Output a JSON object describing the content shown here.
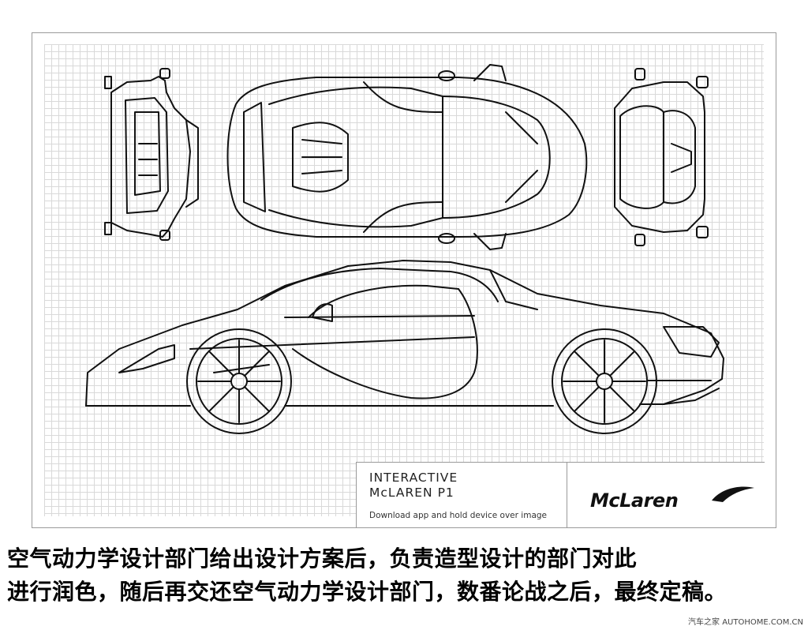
{
  "info_box": {
    "title_line1": "INTERACTIVE",
    "title_line2": "McLAREN P1",
    "subtitle": "Download app and hold device over image",
    "logo_text": "McLaren"
  },
  "caption": {
    "line1": "空气动力学设计部门给出设计方案后，负责造型设计的部门对此",
    "line2": "进行润色，随后再交还空气动力学设计部门，数番论战之后，最终定稿。"
  },
  "watermark": "汽车之家 AUTOHOME.COM.CN",
  "colors": {
    "line": "#111111",
    "grid": "#d9d9d9",
    "border": "#9a9a9a",
    "accent": "#000000"
  }
}
